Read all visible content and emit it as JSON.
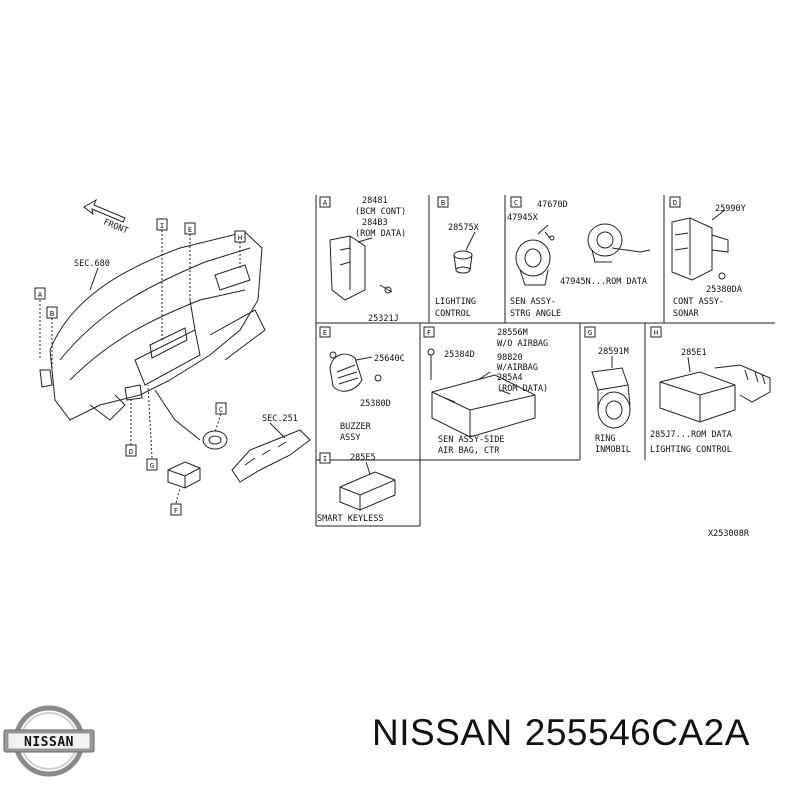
{
  "overview": {
    "front": "FRONT",
    "sec_680": "SEC.680",
    "sec_251": "SEC.251",
    "callouts": [
      "A",
      "B",
      "I",
      "E",
      "H",
      "C",
      "D",
      "G",
      "F"
    ]
  },
  "panels": {
    "A": {
      "letter": "A",
      "parts": [
        "28481",
        "(BCM CONT)",
        "284B3",
        "(ROM DATA)",
        "25321J"
      ],
      "caption": []
    },
    "B": {
      "letter": "B",
      "parts": [
        "28575X"
      ],
      "caption": [
        "LIGHTING",
        "CONTROL"
      ]
    },
    "C": {
      "letter": "C",
      "parts": [
        "47670D",
        "47945X",
        "47945N...ROM DATA"
      ],
      "caption": [
        "SEN ASSY-",
        "STRG ANGLE"
      ]
    },
    "D": {
      "letter": "D",
      "parts": [
        "25990Y",
        "25380DA"
      ],
      "caption": [
        "CONT ASSY-",
        "SONAR"
      ]
    },
    "E": {
      "letter": "E",
      "parts": [
        "25640C",
        "25380D"
      ],
      "caption": [
        "BUZZER",
        "ASSY"
      ]
    },
    "F": {
      "letter": "F",
      "parts": [
        "28556M",
        "W/O AIRBAG",
        "25384D",
        "98820",
        "W/AIRBAG",
        "285A4",
        "(ROM DATA)"
      ],
      "caption": [
        "SEN ASSY-SIDE",
        "AIR BAG, CTR"
      ]
    },
    "G": {
      "letter": "G",
      "parts": [
        "28591M"
      ],
      "caption": [
        "RING",
        "INMOBIL"
      ]
    },
    "H": {
      "letter": "H",
      "parts": [
        "285E1",
        "285J7...ROM DATA"
      ],
      "caption": [
        "LIGHTING CONTROL"
      ]
    },
    "I": {
      "letter": "I",
      "parts": [
        "285E5"
      ],
      "caption": [
        "SMART KEYLESS"
      ]
    }
  },
  "diagram_code": "X253008R",
  "footer": {
    "brand": "NISSAN",
    "part_number": "255546CA2A",
    "logo_text": "NISSAN"
  }
}
